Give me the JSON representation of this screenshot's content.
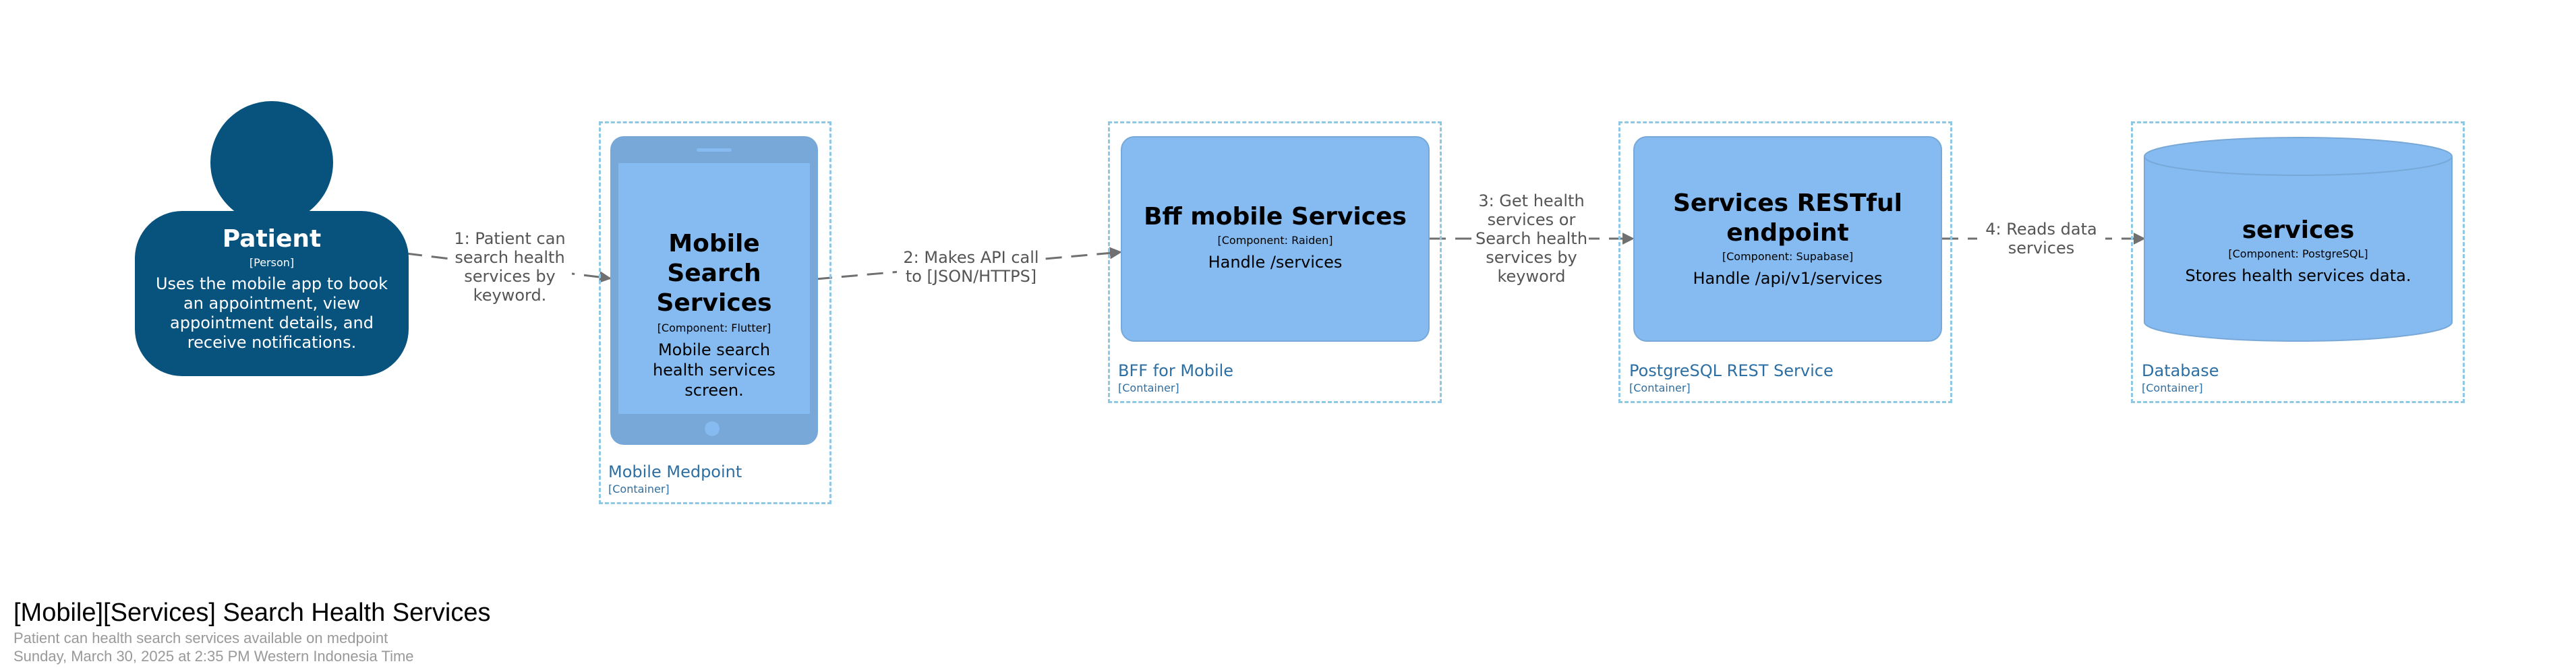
{
  "person": {
    "name": "Patient",
    "type": "[Person]",
    "description": "Uses the mobile app to book an appointment, view appointment details, and receive notifications."
  },
  "mobile": {
    "title": "Mobile Search Services",
    "tech": "[Component: Flutter]",
    "description": "Mobile search health services screen.",
    "boundary_name": "Mobile Medpoint",
    "boundary_type": "[Container]"
  },
  "bff": {
    "title": "Bff mobile Services",
    "tech": "[Component: Raiden]",
    "description": "Handle /services",
    "boundary_name": "BFF for Mobile",
    "boundary_type": "[Container]"
  },
  "rest": {
    "title": "Services RESTful endpoint",
    "tech": "[Component: Supabase]",
    "description": "Handle /api/v1/services",
    "boundary_name": "PostgreSQL REST Service",
    "boundary_type": "[Container]"
  },
  "db": {
    "title": "services",
    "tech": "[Component: PostgreSQL]",
    "description": "Stores health services data.",
    "boundary_name": "Database",
    "boundary_type": "[Container]"
  },
  "edges": {
    "e1": "1: Patient can search health services by keyword.",
    "e2": "2: Makes API call to [JSON/HTTPS]",
    "e3": "3: Get health services or Search health services by keyword",
    "e4": "4: Reads data services"
  },
  "footer": {
    "title": "[Mobile][Services] Search Health Services",
    "subtitle": "Patient can health search services available on medpoint",
    "timestamp": "Sunday, March 30, 2025 at 2:35 PM Western Indonesia Time"
  },
  "colors": {
    "person": "#08537e",
    "component": "#85bbf0",
    "boundary": "#8fc8e4",
    "edge": "#707070"
  }
}
